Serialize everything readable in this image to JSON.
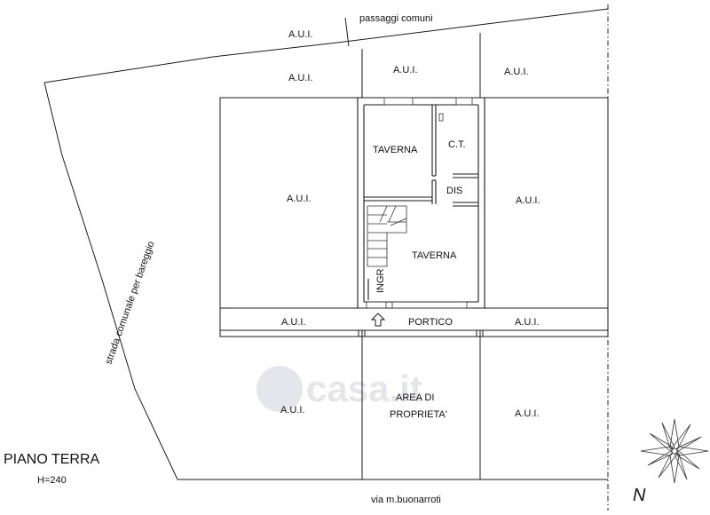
{
  "title": "PIANO TERRA",
  "height_label": "H=240",
  "north_label": "N",
  "watermark": "casa.it",
  "streets": {
    "top": "passaggi comuni",
    "bottom": "via m.buonarroti",
    "left": "strada comunale per bareggio"
  },
  "aui_label": "A.U.I.",
  "rooms": {
    "taverna_upper": "TAVERNA",
    "ct": "C.T.",
    "dis": "DIS",
    "taverna_lower": "TAVERNA",
    "ingr": "INGR",
    "portico": "PORTICO",
    "area_line1": "AREA DI",
    "area_line2": "PROPRIETA'"
  }
}
